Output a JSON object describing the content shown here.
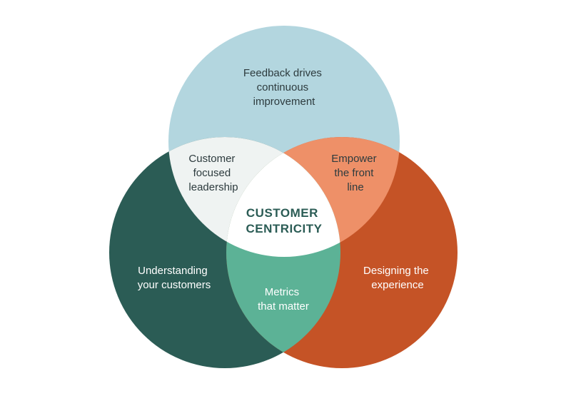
{
  "colors": {
    "top_circle": "#b3d6df",
    "left_circle": "#2b5c55",
    "right_circle": "#c55326",
    "top_left_overlap": "#eff3f2",
    "top_right_overlap": "#ee9068",
    "bottom_overlap": "#5cb296",
    "center": "#ffffff",
    "dark_text": "#2d3b3e",
    "light_text": "#ffffff",
    "center_text": "#2b5c55"
  },
  "circles": {
    "top": {
      "lines": [
        "Feedback drives",
        "continuous",
        "improvement"
      ]
    },
    "left": {
      "lines": [
        "Understanding",
        "your customers"
      ]
    },
    "right": {
      "lines": [
        "Designing the",
        "experience"
      ]
    }
  },
  "overlaps": {
    "top_left": {
      "lines": [
        "Customer",
        "focused",
        "leadership"
      ]
    },
    "top_right": {
      "lines": [
        "Empower",
        "the front",
        "line"
      ]
    },
    "bottom": {
      "lines": [
        "Metrics",
        "that matter"
      ]
    }
  },
  "center": {
    "lines": [
      "CUSTOMER",
      "CENTRICITY"
    ]
  }
}
